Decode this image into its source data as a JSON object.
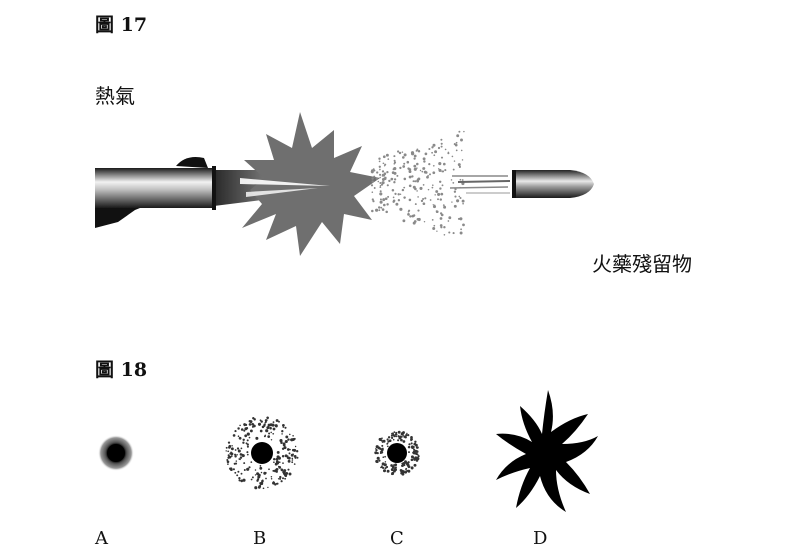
{
  "figure17": {
    "label": "圖 17",
    "hot_gas_label": "熱氣",
    "residue_label": "火藥殘留物"
  },
  "figure18": {
    "label": "圖 18",
    "options": [
      "A",
      "B",
      "C",
      "D"
    ]
  },
  "colors": {
    "ink": "#111111",
    "gray_burst": "#6f6f6f",
    "speckle": "#8a8a8a"
  },
  "icons": [
    "gun-barrel-icon",
    "explosion-burst-icon",
    "bullet-icon",
    "gunshot-wound-icon"
  ]
}
